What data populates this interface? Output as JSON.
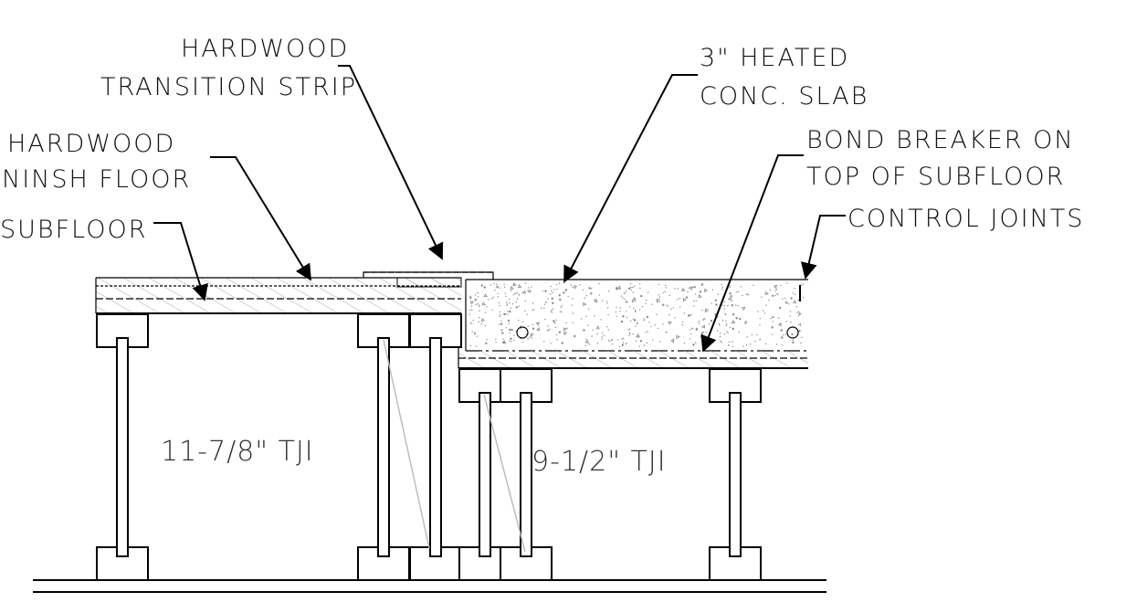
{
  "labels": {
    "transition_strip_1": "HARDWOOD",
    "transition_strip_2": "TRANSITION STRIP",
    "finish_floor_1": "HARDWOOD",
    "finish_floor_2": "NINSH FLOOR",
    "subfloor": "SUBFLOOR",
    "slab_1": "3\" HEATED",
    "slab_2": "CONC. SLAB",
    "bond_breaker_1": "BOND BREAKER ON",
    "bond_breaker_2": "TOP OF SUBFLOOR",
    "control_joints": "CONTROL JOINTS",
    "tji_left": "11-7/8\" TJI",
    "tji_right": "9-1/2\" TJI"
  },
  "colors": {
    "line": "#000000",
    "hatch": "#9a9a9a",
    "concrete_speckle": "#8a8a8a",
    "web": "#bdbdbd"
  }
}
